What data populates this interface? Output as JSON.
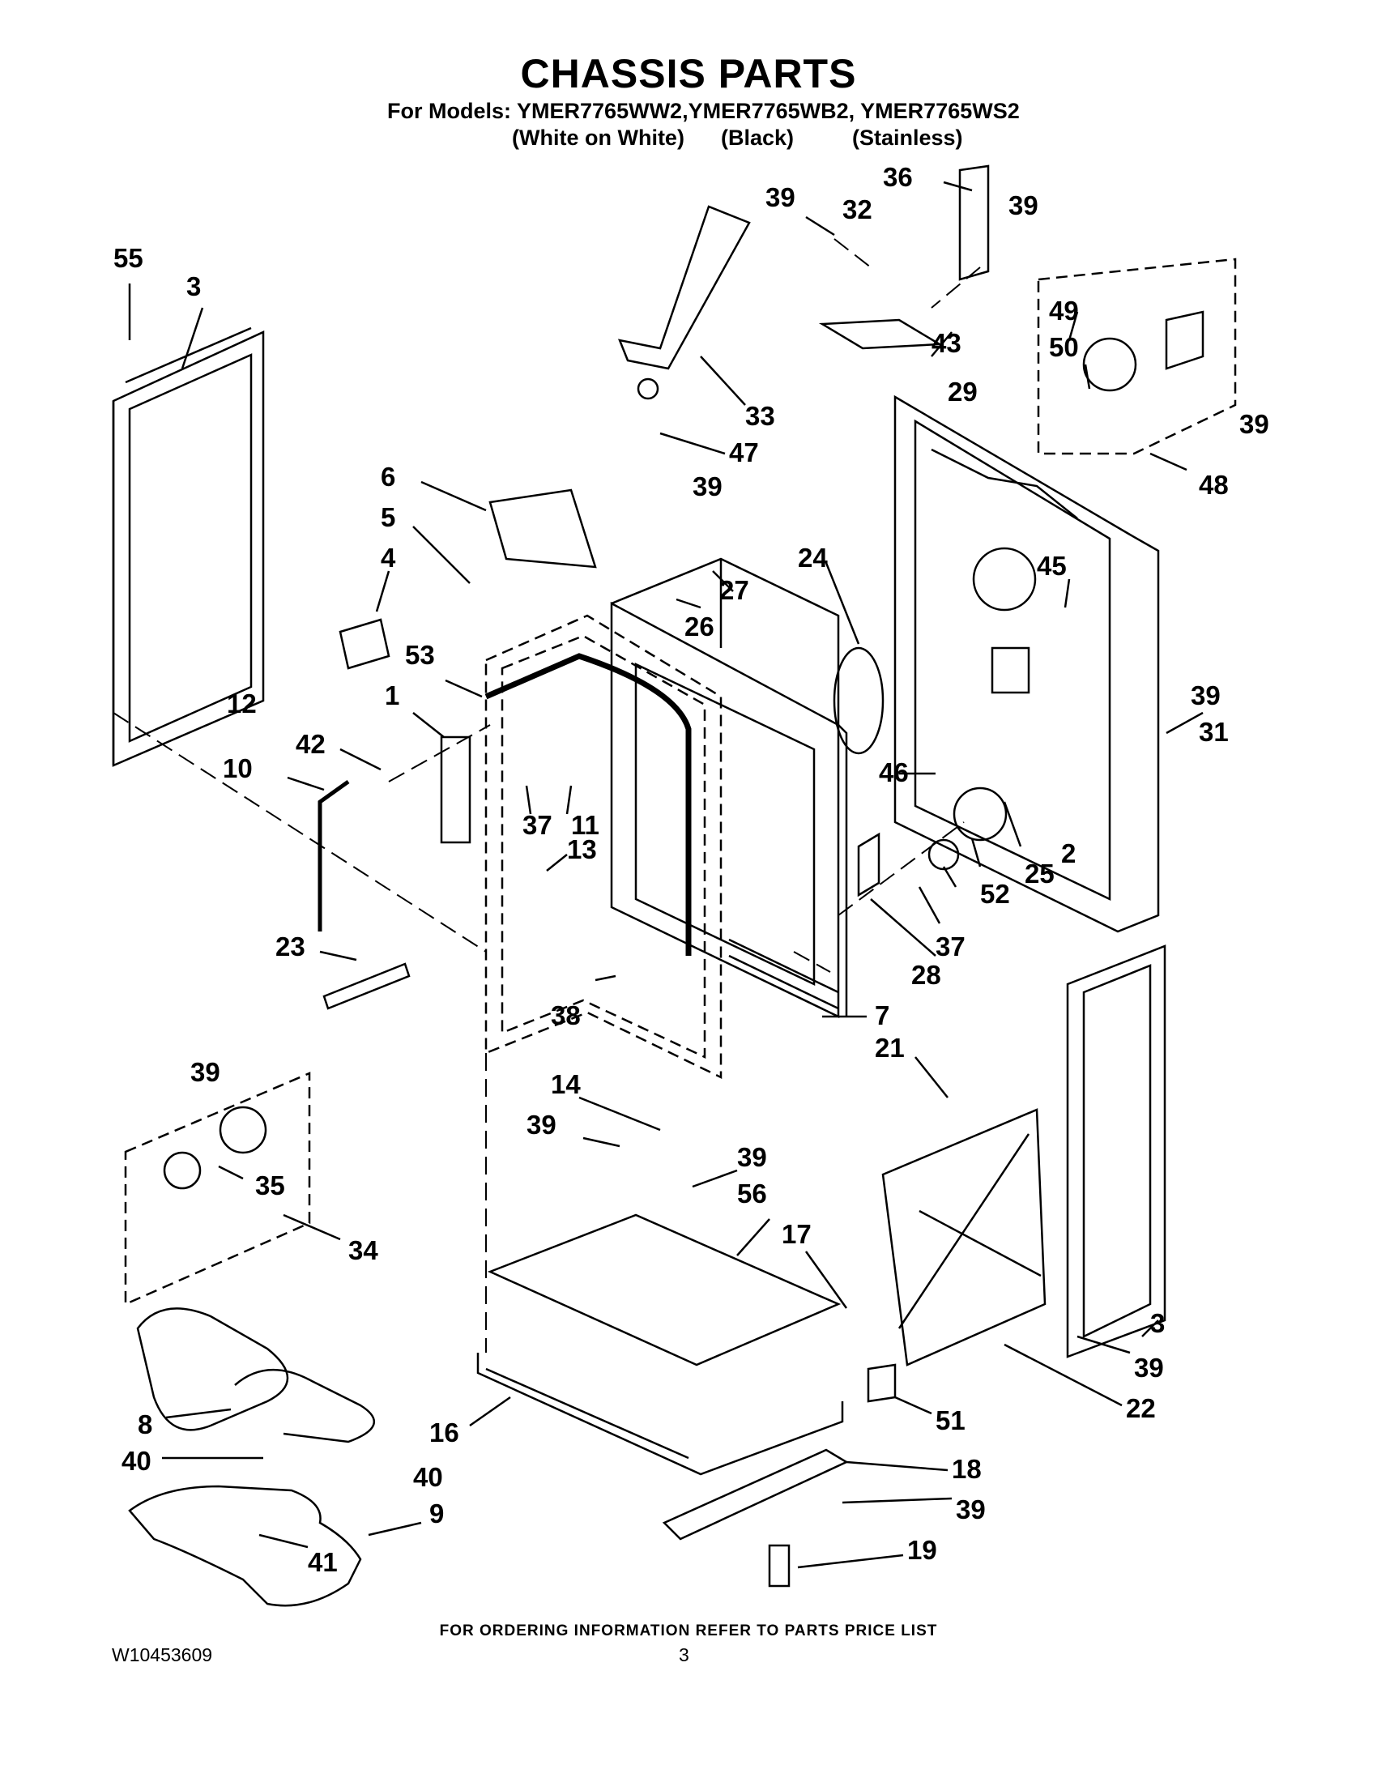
{
  "header": {
    "title": "CHASSIS PARTS",
    "models_line": "For Models: YMER7765WW2,YMER7765WB2, YMER7765WS2",
    "variants": [
      "(White on White)",
      "(Black)",
      "(Stainless)"
    ]
  },
  "callouts": [
    "55",
    "3",
    "6",
    "5",
    "4",
    "12",
    "53",
    "1",
    "42",
    "10",
    "37",
    "11",
    "13",
    "23",
    "39",
    "35",
    "34",
    "8",
    "40",
    "16",
    "9",
    "41",
    "33",
    "47",
    "32",
    "36",
    "43",
    "29",
    "49",
    "50",
    "48",
    "27",
    "26",
    "24",
    "45",
    "31",
    "46",
    "2",
    "25",
    "52",
    "28",
    "38",
    "7",
    "14",
    "21",
    "56",
    "17",
    "22",
    "51",
    "18",
    "19"
  ],
  "footer": {
    "note": "FOR ORDERING INFORMATION REFER TO PARTS PRICE LIST",
    "doc_number": "W10453609",
    "page_number": "3"
  }
}
